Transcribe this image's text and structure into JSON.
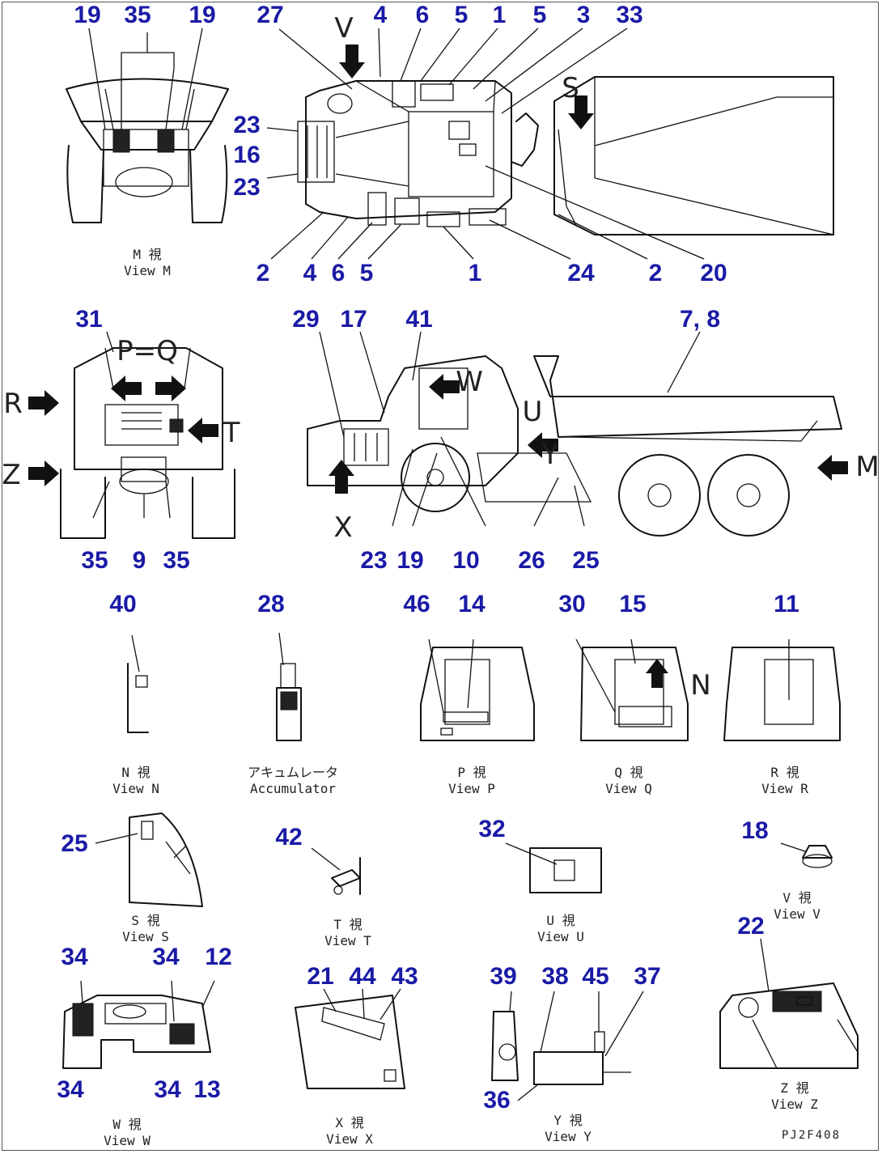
{
  "drawing_code": "PJ2F408",
  "views": [
    {
      "id": "M",
      "caption": "M 視\nView M",
      "callouts": [
        "19",
        "35",
        "19",
        "35",
        "9",
        "35"
      ]
    },
    {
      "id": "top",
      "caption": "",
      "callouts": [
        "27",
        "4",
        "6",
        "5",
        "1",
        "5",
        "3",
        "33",
        "23",
        "16",
        "23",
        "2",
        "4",
        "6",
        "5",
        "1",
        "24",
        "2",
        "20"
      ]
    },
    {
      "id": "front",
      "caption": "",
      "callouts": [
        "31"
      ]
    },
    {
      "id": "side",
      "caption": "",
      "callouts": [
        "29",
        "17",
        "41",
        "7, 8",
        "23",
        "19",
        "10",
        "26",
        "25"
      ]
    },
    {
      "id": "N",
      "caption": "N 視\nView N",
      "callouts": [
        "40"
      ]
    },
    {
      "id": "Accumulator",
      "caption": "アキュムレータ\nAccumulator",
      "callouts": [
        "28"
      ]
    },
    {
      "id": "P",
      "caption": "P 視\nView P",
      "callouts": [
        "46",
        "14"
      ]
    },
    {
      "id": "Q",
      "caption": "Q 視\nView Q",
      "callouts": [
        "30",
        "15"
      ]
    },
    {
      "id": "R",
      "caption": "R 視\nView R",
      "callouts": [
        "11"
      ]
    },
    {
      "id": "S",
      "caption": "S 視\nView S",
      "callouts": [
        "25"
      ]
    },
    {
      "id": "T",
      "caption": "T 視\nView T",
      "callouts": [
        "42"
      ]
    },
    {
      "id": "U",
      "caption": "U 視\nView U",
      "callouts": [
        "32"
      ]
    },
    {
      "id": "V",
      "caption": "V 視\nView V",
      "callouts": [
        "18"
      ]
    },
    {
      "id": "W",
      "caption": "W 視\nView W",
      "callouts": [
        "34",
        "34",
        "12",
        "34",
        "34",
        "13"
      ]
    },
    {
      "id": "X",
      "caption": "X 視\nView X",
      "callouts": [
        "21",
        "44",
        "43"
      ]
    },
    {
      "id": "Y",
      "caption": "Y 視\nView Y",
      "callouts": [
        "39",
        "38",
        "45",
        "37",
        "36"
      ]
    },
    {
      "id": "Z",
      "caption": "Z 視\nView Z",
      "callouts": [
        "22"
      ]
    }
  ],
  "view_letters": [
    "V",
    "S",
    "R",
    "T",
    "Z",
    "P=Q",
    "W",
    "U",
    "Y",
    "X",
    "M",
    "N"
  ],
  "arrow_icons": [
    "arrow-down-icon",
    "arrow-right-icon",
    "arrow-left-icon",
    "arrow-up-icon"
  ]
}
